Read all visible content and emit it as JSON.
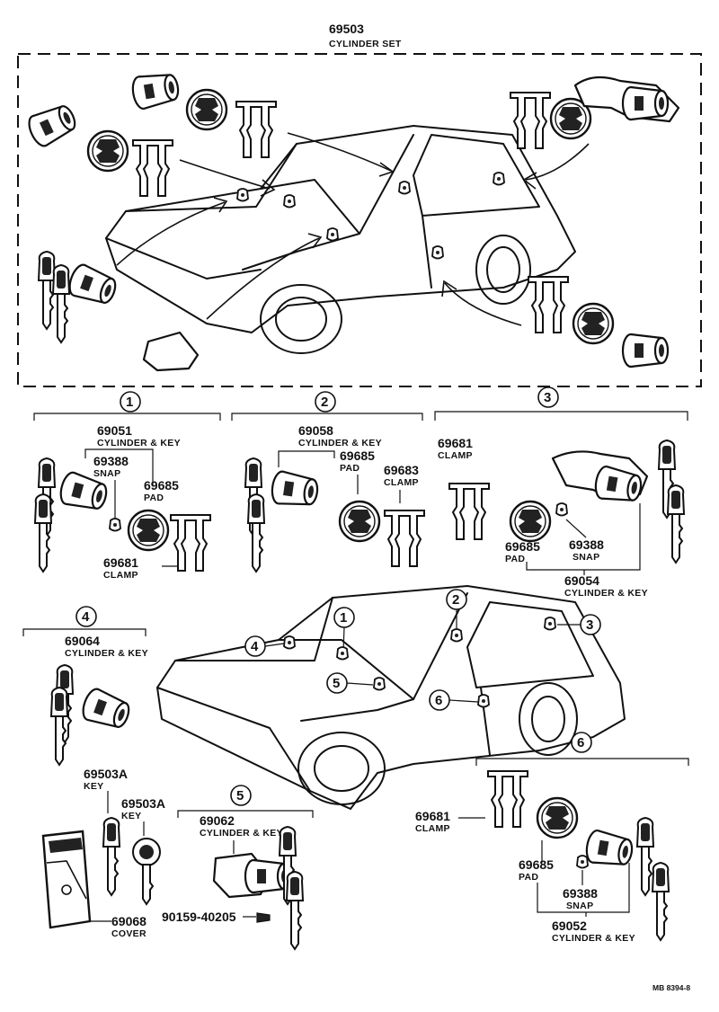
{
  "top_set": {
    "part_no": "69503",
    "caption": "CYLINDER SET"
  },
  "groups": {
    "g1": {
      "number": "1",
      "set_no": "69051",
      "set_caption": "CYLINDER & KEY",
      "snap_no": "69388",
      "snap_caption": "SNAP",
      "pad_no": "69685",
      "pad_caption": "PAD",
      "clamp_no": "69681",
      "clamp_caption": "CLAMP"
    },
    "g2": {
      "number": "2",
      "set_no": "69058",
      "set_caption": "CYLINDER & KEY",
      "pad_no": "69685",
      "pad_caption": "PAD",
      "clamp_no": "69683",
      "clamp_caption": "CLAMP"
    },
    "g3": {
      "number": "3",
      "clamp_no": "69681",
      "clamp_caption": "CLAMP",
      "pad_no": "69685",
      "pad_caption": "PAD",
      "snap_no": "69388",
      "snap_caption": "SNAP",
      "set_no": "69054",
      "set_caption": "CYLINDER & KEY"
    },
    "g4": {
      "number": "4",
      "set_no": "69064",
      "set_caption": "CYLINDER & KEY"
    },
    "g5": {
      "number": "5",
      "set_no": "69062",
      "set_caption": "CYLINDER & KEY",
      "screw_no": "90159-40205"
    },
    "g6": {
      "number": "6",
      "clamp_no": "69681",
      "clamp_caption": "CLAMP",
      "pad_no": "69685",
      "pad_caption": "PAD",
      "snap_no": "69388",
      "snap_caption": "SNAP",
      "set_no": "69052",
      "set_caption": "CYLINDER & KEY"
    }
  },
  "loose": {
    "key1_no": "69503A",
    "key1_caption": "KEY",
    "key2_no": "69503A",
    "key2_caption": "KEY",
    "cover_no": "69068",
    "cover_caption": "COVER"
  },
  "car_callouts": [
    "1",
    "2",
    "3",
    "4",
    "5",
    "6"
  ],
  "drawing_code": "MB 8394-8"
}
